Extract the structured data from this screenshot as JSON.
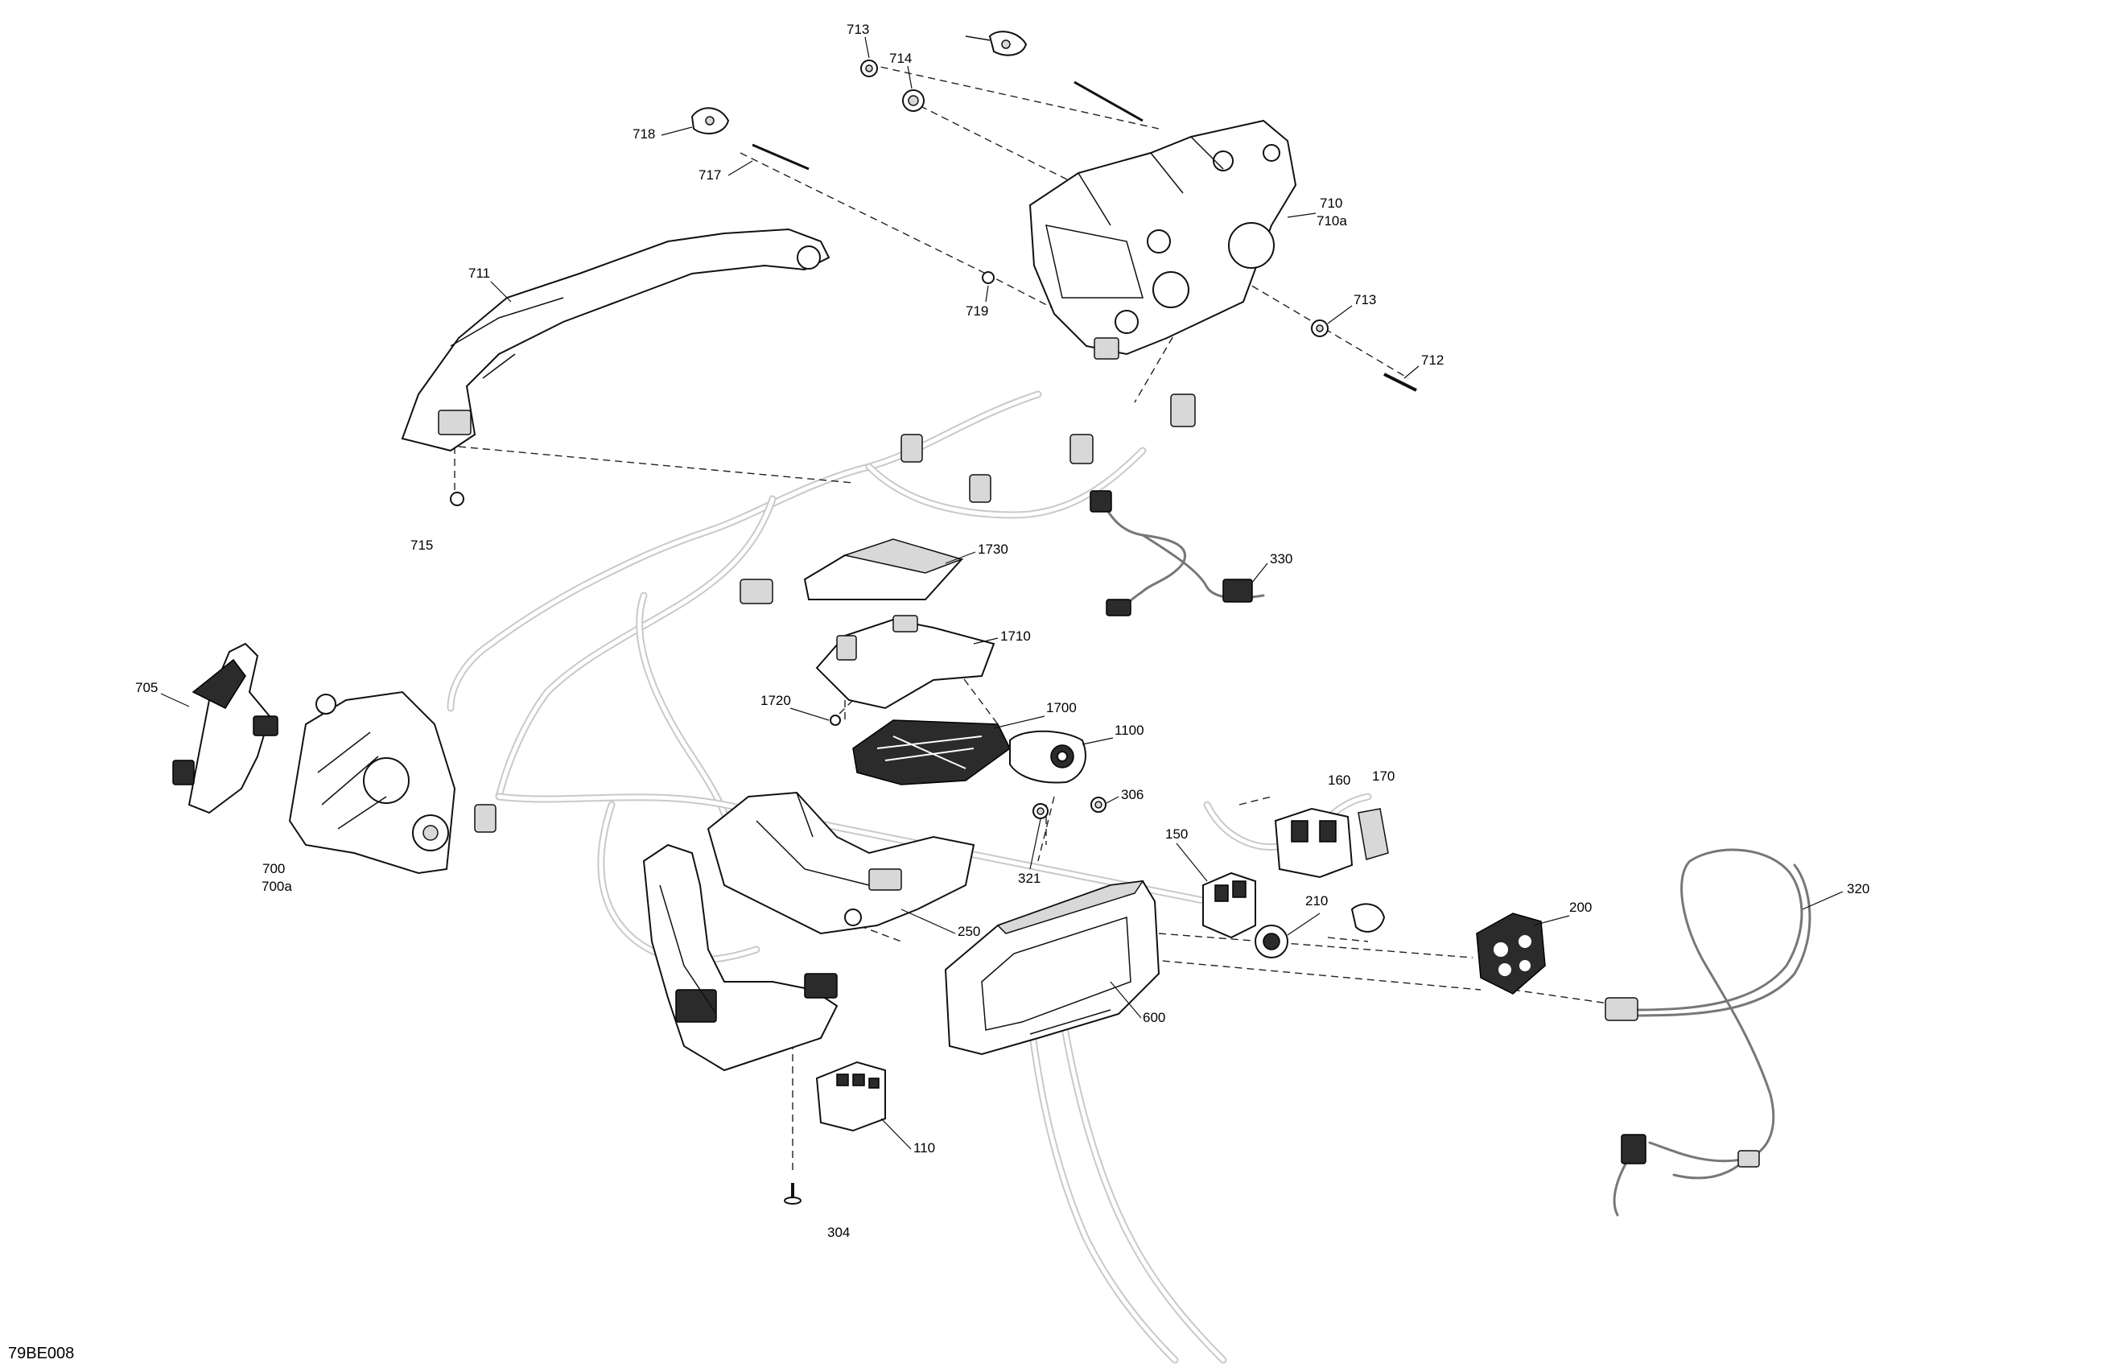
{
  "diagram_code": "79BE008",
  "callouts": {
    "c713a": "713",
    "c714": "714",
    "c718": "718",
    "c717": "717",
    "c711": "711",
    "c719": "719",
    "c710": "710",
    "c710a": "710a",
    "c713b": "713",
    "c712": "712",
    "c715": "715",
    "c1730": "1730",
    "c330": "330",
    "c1710": "1710",
    "c705": "705",
    "c1720": "1720",
    "c1700": "1700",
    "c1100": "1100",
    "c306": "306",
    "c160": "160",
    "c170": "170",
    "c150": "150",
    "c700": "700",
    "c700a": "700a",
    "c321": "321",
    "c210": "210",
    "c200": "200",
    "c320": "320",
    "c250": "250",
    "c600": "600",
    "c110": "110",
    "c304": "304"
  }
}
